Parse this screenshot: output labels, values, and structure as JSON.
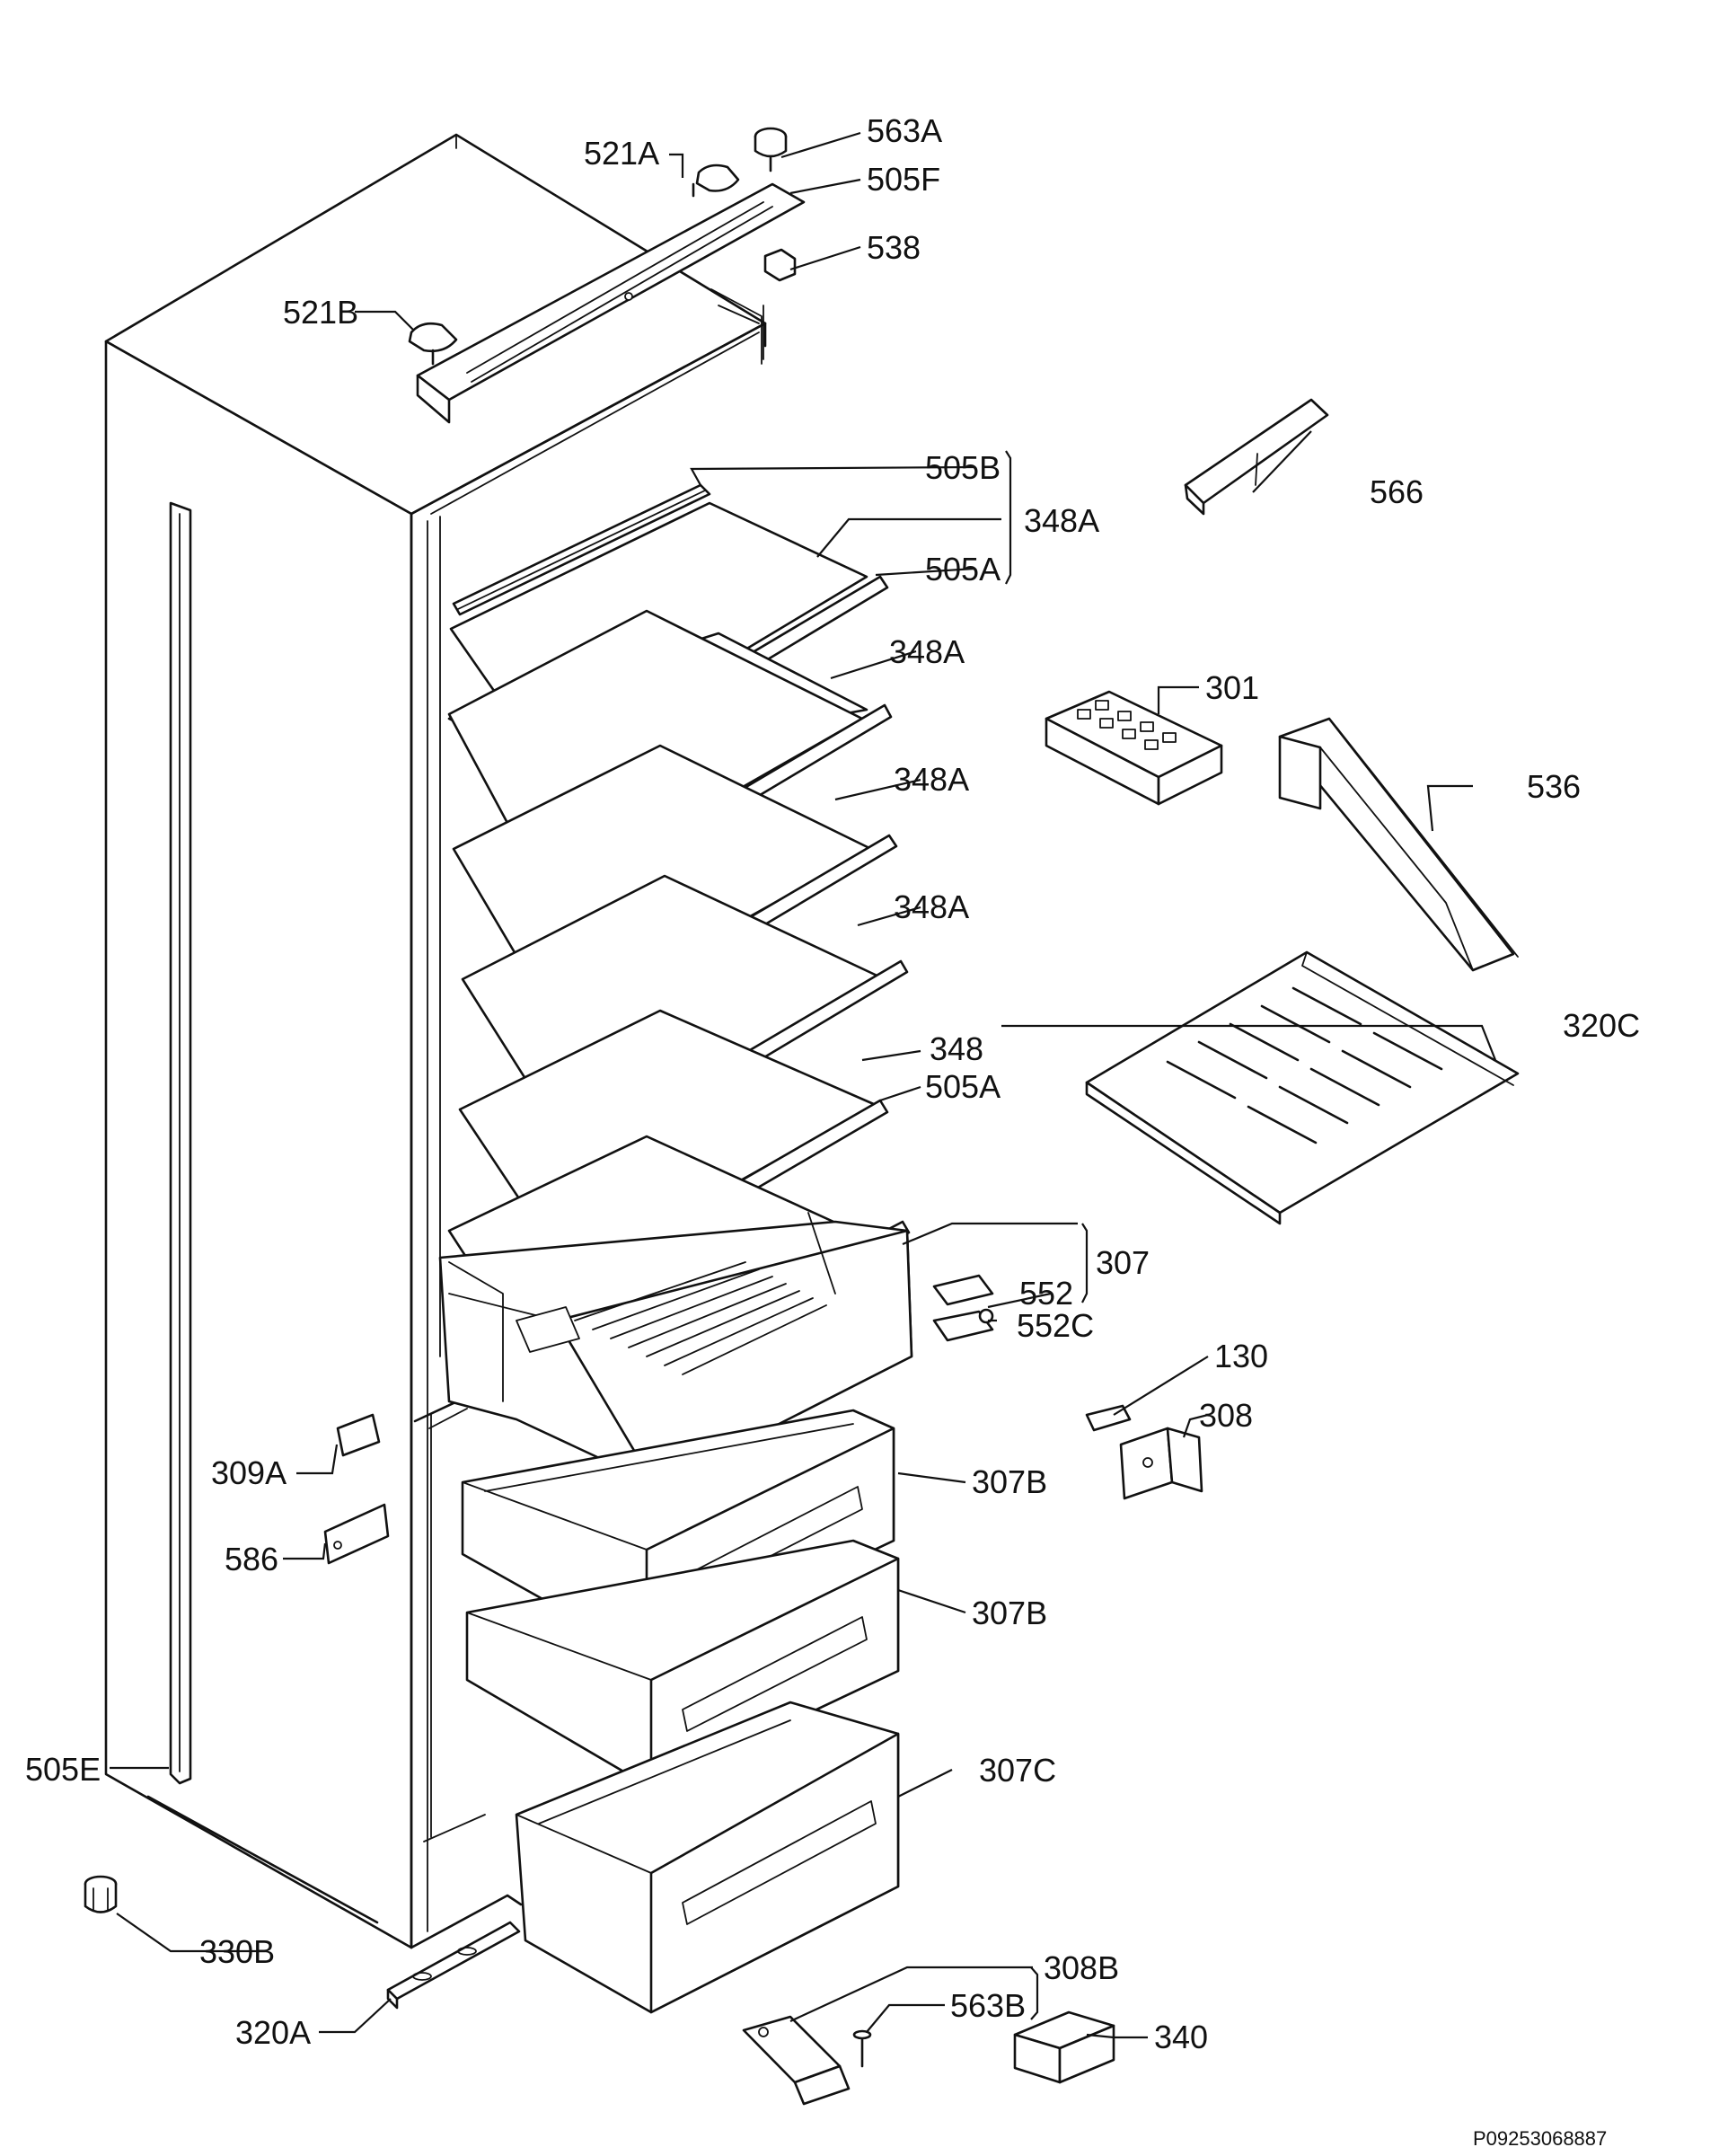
{
  "drawing_code": "P09253068887",
  "labels": {
    "l_563a": "563A",
    "l_521a": "521A",
    "l_505f": "505F",
    "l_538": "538",
    "l_521b": "521B",
    "l_505b": "505B",
    "l_348a_group": "348A",
    "l_505a_top": "505A",
    "l_566": "566",
    "l_348a_2": "348A",
    "l_301": "301",
    "l_536": "536",
    "l_348a_3": "348A",
    "l_348a_4": "348A",
    "l_320c": "320C",
    "l_348": "348",
    "l_505a_low": "505A",
    "l_307": "307",
    "l_552": "552",
    "l_552c": "552C",
    "l_130": "130",
    "l_308": "308",
    "l_309a": "309A",
    "l_307b_1": "307B",
    "l_586": "586",
    "l_307b_2": "307B",
    "l_505e": "505E",
    "l_307c": "307C",
    "l_330b": "330B",
    "l_308b": "308B",
    "l_563b": "563B",
    "l_320a": "320A",
    "l_340": "340"
  }
}
